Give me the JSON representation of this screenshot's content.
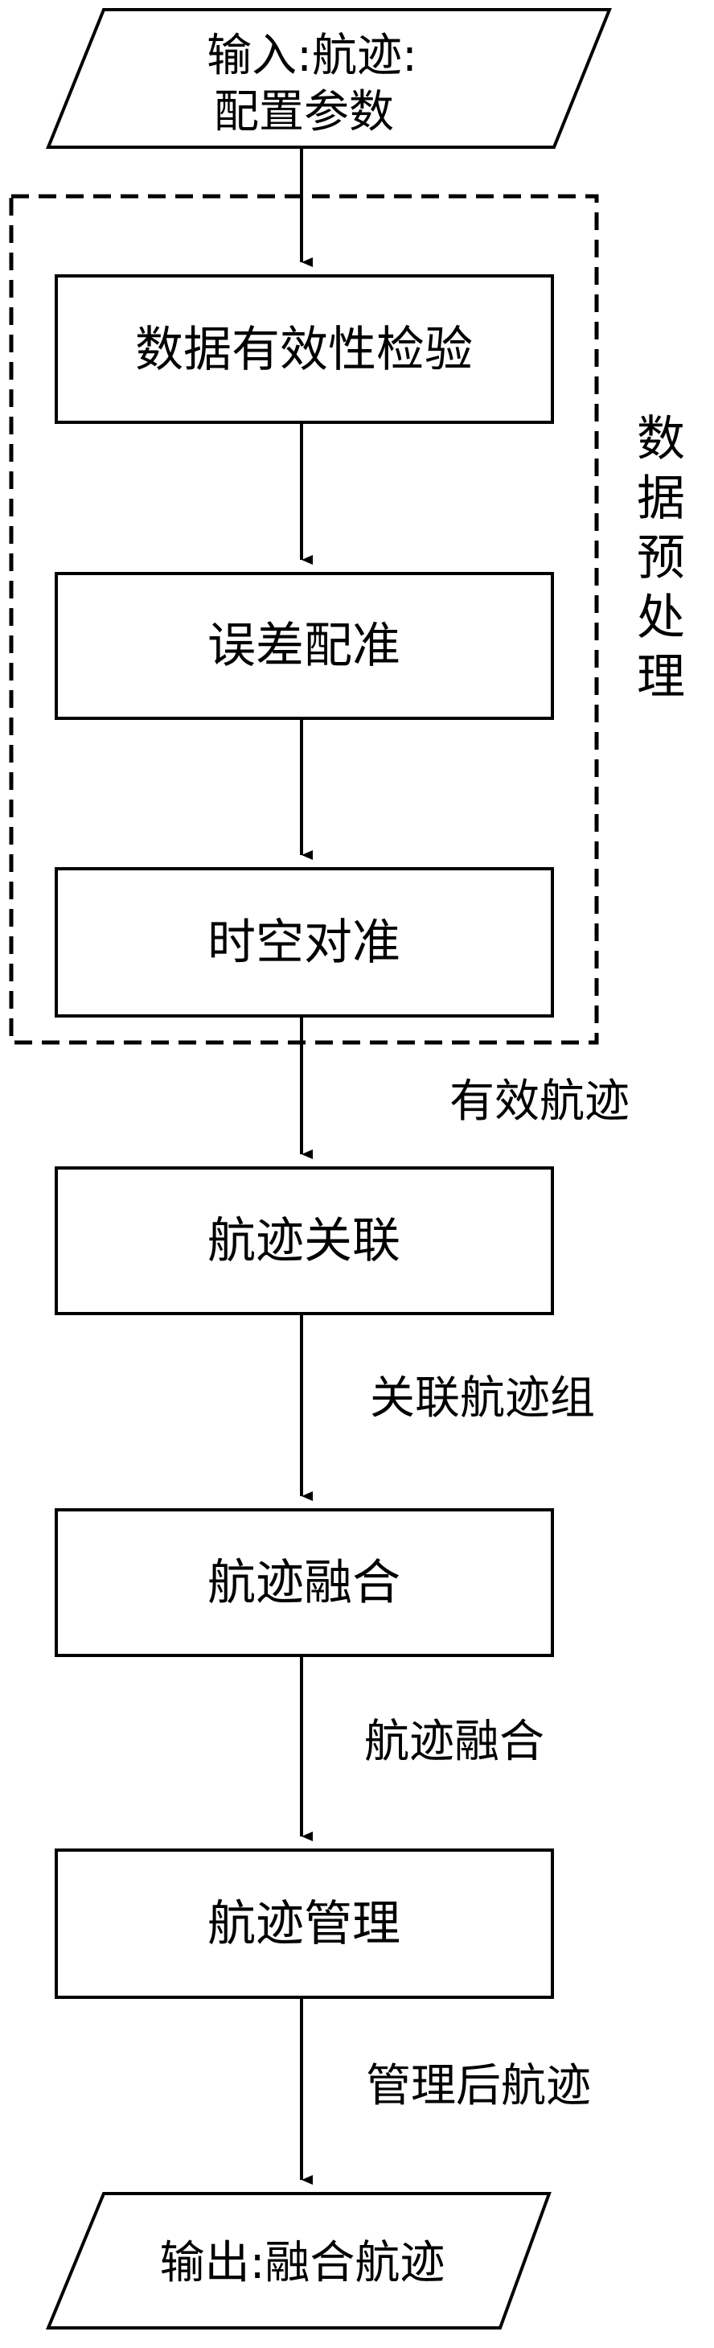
{
  "flowchart": {
    "input": {
      "line1": "输入:航迹:",
      "line2": "配置参数"
    },
    "preprocess_group": {
      "label_chars": [
        "数",
        "据",
        "预",
        "处",
        "理"
      ]
    },
    "steps": {
      "validity_check": "数据有效性检验",
      "error_registration": "误差配准",
      "spatiotemporal_alignment": "时空对准",
      "track_association": "航迹关联",
      "track_fusion": "航迹融合",
      "track_management": "航迹管理"
    },
    "edge_labels": {
      "valid_tracks": "有效航迹",
      "associated_track_groups": "关联航迹组",
      "fused_tracks": "航迹融合",
      "managed_tracks": "管理后航迹"
    },
    "output": {
      "text": "输出:融合航迹"
    }
  },
  "colors": {
    "stroke": "#000000",
    "background": "#ffffff"
  }
}
